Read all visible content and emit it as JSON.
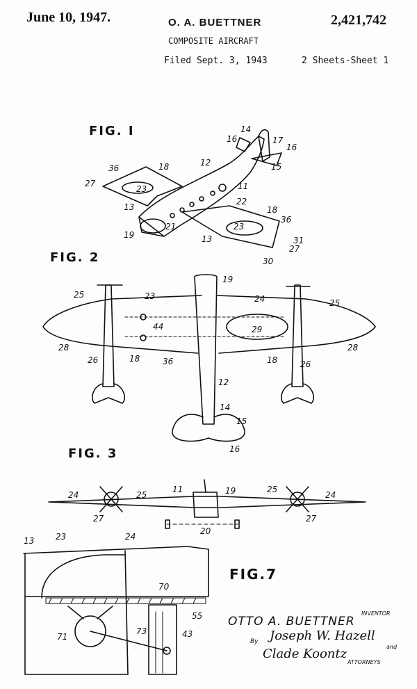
{
  "header": {
    "date": "June 10, 1947.",
    "inventor_name": "O. A. BUETTNER",
    "patent_number": "2,421,742",
    "title": "COMPOSITE AIRCRAFT",
    "filed": "Filed Sept. 3, 1943",
    "sheets": "2 Sheets-Sheet 1"
  },
  "figures": {
    "fig1": "FIG. I",
    "fig2": "FIG. 2",
    "fig3": "FIG. 3",
    "fig7": "FIG.7"
  },
  "labels": {
    "fig1": [
      "14",
      "16",
      "17",
      "16",
      "12",
      "15",
      "36",
      "18",
      "27",
      "23",
      "11",
      "22",
      "13",
      "18",
      "36",
      "23",
      "21",
      "19",
      "13",
      "31",
      "27",
      "30"
    ],
    "fig2": [
      "19",
      "25",
      "23",
      "24",
      "25",
      "44",
      "29",
      "28",
      "26",
      "18",
      "36",
      "18",
      "28",
      "26",
      "12",
      "14",
      "15",
      "16"
    ],
    "fig3": [
      "24",
      "25",
      "11",
      "19",
      "25",
      "24",
      "27",
      "27",
      "20"
    ],
    "fig7": [
      "13",
      "23",
      "24",
      "70",
      "55",
      "71",
      "73",
      "43"
    ]
  },
  "signature": {
    "inventor_caption": "INVENTOR",
    "inventor": "OTTO A. BUETTNER",
    "by": "By",
    "attorney_1": "Joseph W. Hazell",
    "and": "and",
    "attorney_2": "Clade Koontz",
    "attorneys_caption": "ATTORNEYS"
  }
}
